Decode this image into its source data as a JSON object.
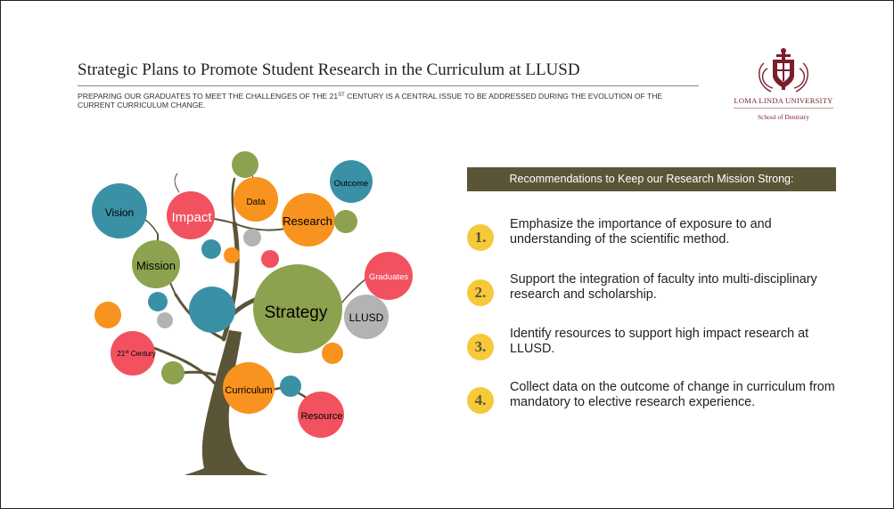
{
  "title": "Strategic Plans to Promote Student Research in the Curriculum at LLUSD",
  "subtitle_a": "PREPARING OUR GRADUATES TO MEET THE CHALLENGES OF THE 21",
  "subtitle_sup": "ST",
  "subtitle_b": " CENTURY IS A CENTRAL ISSUE TO BE ADDRESSED DURING THE EVOLUTION OF THE CURRENT CURRICULUM CHANGE.",
  "logo": {
    "name": "LOMA LINDA UNIVERSITY",
    "school": "School of Dentistry"
  },
  "tree": {
    "labels": {
      "vision": "Vision",
      "impact": "Impact",
      "data": "Data",
      "outcome": "Outcome",
      "research": "Research",
      "mission": "Mission",
      "graduates": "Graduates",
      "strategy": "Strategy",
      "llusd": "LLUSD",
      "century_a": "21",
      "century_sup": "st",
      "century_b": " Century",
      "curriculum": "Curriculum",
      "resource": "Resource"
    },
    "colors": {
      "teal": "#3a91a6",
      "red": "#f2525f",
      "orange": "#f7931e",
      "olive": "#8da24e",
      "gray": "#b3b3b3",
      "trunk": "#5b5537"
    }
  },
  "recommendations": {
    "header": "Recommendations to Keep our Research Mission Strong:",
    "items": [
      {
        "num": "1.",
        "text": "Emphasize the importance of exposure to and understanding of the scientific method."
      },
      {
        "num": "2.",
        "text": "Support the integration of faculty into multi-disciplinary research and scholarship."
      },
      {
        "num": "3.",
        "text": "Identify resources to support high impact research at LLUSD."
      },
      {
        "num": "4.",
        "text": "Collect data on the outcome of change in curriculum from mandatory to elective research experience."
      }
    ]
  }
}
